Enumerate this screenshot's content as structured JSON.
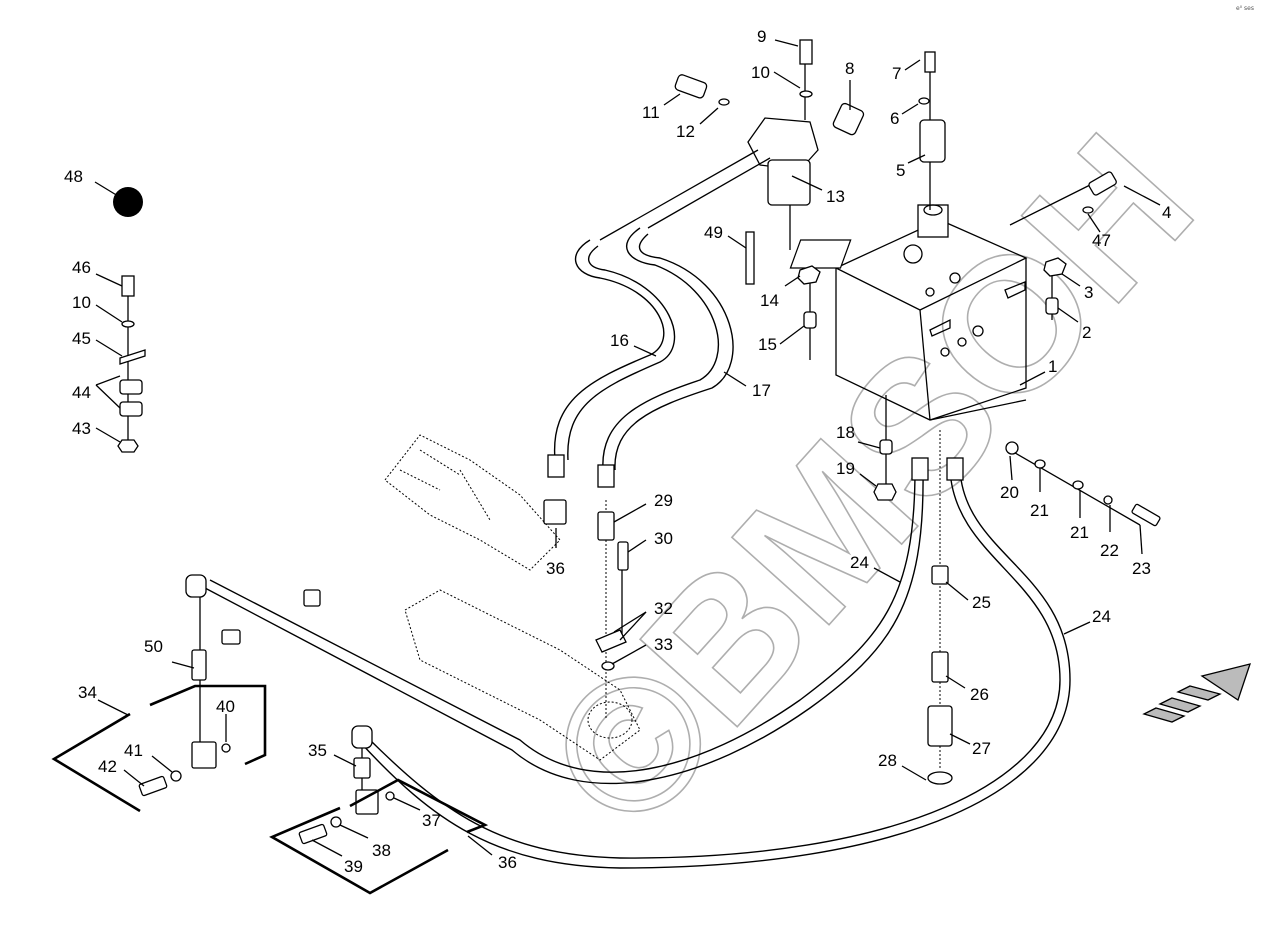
{
  "diagram": {
    "type": "exploded parts diagram",
    "subject": "hydraulic tank, filter and hose assembly",
    "corner_code": "e⁰ ses",
    "watermark": "©BMSOH",
    "direction_arrow": "arrow-pointing-upper-right",
    "callouts": [
      {
        "id": "c1",
        "label": "1"
      },
      {
        "id": "c2",
        "label": "2"
      },
      {
        "id": "c3",
        "label": "3"
      },
      {
        "id": "c4",
        "label": "4"
      },
      {
        "id": "c5",
        "label": "5"
      },
      {
        "id": "c6",
        "label": "6"
      },
      {
        "id": "c7",
        "label": "7"
      },
      {
        "id": "c8",
        "label": "8"
      },
      {
        "id": "c9",
        "label": "9"
      },
      {
        "id": "c10a",
        "label": "10"
      },
      {
        "id": "c10b",
        "label": "10"
      },
      {
        "id": "c11",
        "label": "11"
      },
      {
        "id": "c12",
        "label": "12"
      },
      {
        "id": "c13",
        "label": "13"
      },
      {
        "id": "c14",
        "label": "14"
      },
      {
        "id": "c15",
        "label": "15"
      },
      {
        "id": "c16",
        "label": "16"
      },
      {
        "id": "c17",
        "label": "17"
      },
      {
        "id": "c18",
        "label": "18"
      },
      {
        "id": "c19",
        "label": "19"
      },
      {
        "id": "c20",
        "label": "20"
      },
      {
        "id": "c21a",
        "label": "21"
      },
      {
        "id": "c21b",
        "label": "21"
      },
      {
        "id": "c22",
        "label": "22"
      },
      {
        "id": "c23",
        "label": "23"
      },
      {
        "id": "c24a",
        "label": "24"
      },
      {
        "id": "c24b",
        "label": "24"
      },
      {
        "id": "c25",
        "label": "25"
      },
      {
        "id": "c26",
        "label": "26"
      },
      {
        "id": "c27",
        "label": "27"
      },
      {
        "id": "c28",
        "label": "28"
      },
      {
        "id": "c29",
        "label": "29"
      },
      {
        "id": "c30",
        "label": "30"
      },
      {
        "id": "c32",
        "label": "32"
      },
      {
        "id": "c33",
        "label": "33"
      },
      {
        "id": "c34",
        "label": "34"
      },
      {
        "id": "c35",
        "label": "35"
      },
      {
        "id": "c36a",
        "label": "36"
      },
      {
        "id": "c36b",
        "label": "36"
      },
      {
        "id": "c37",
        "label": "37"
      },
      {
        "id": "c38",
        "label": "38"
      },
      {
        "id": "c39",
        "label": "39"
      },
      {
        "id": "c40",
        "label": "40"
      },
      {
        "id": "c41",
        "label": "41"
      },
      {
        "id": "c42",
        "label": "42"
      },
      {
        "id": "c43",
        "label": "43"
      },
      {
        "id": "c44",
        "label": "44"
      },
      {
        "id": "c45",
        "label": "45"
      },
      {
        "id": "c46",
        "label": "46"
      },
      {
        "id": "c47",
        "label": "47"
      },
      {
        "id": "c48",
        "label": "48"
      },
      {
        "id": "c49",
        "label": "49"
      },
      {
        "id": "c50",
        "label": "50"
      }
    ]
  }
}
